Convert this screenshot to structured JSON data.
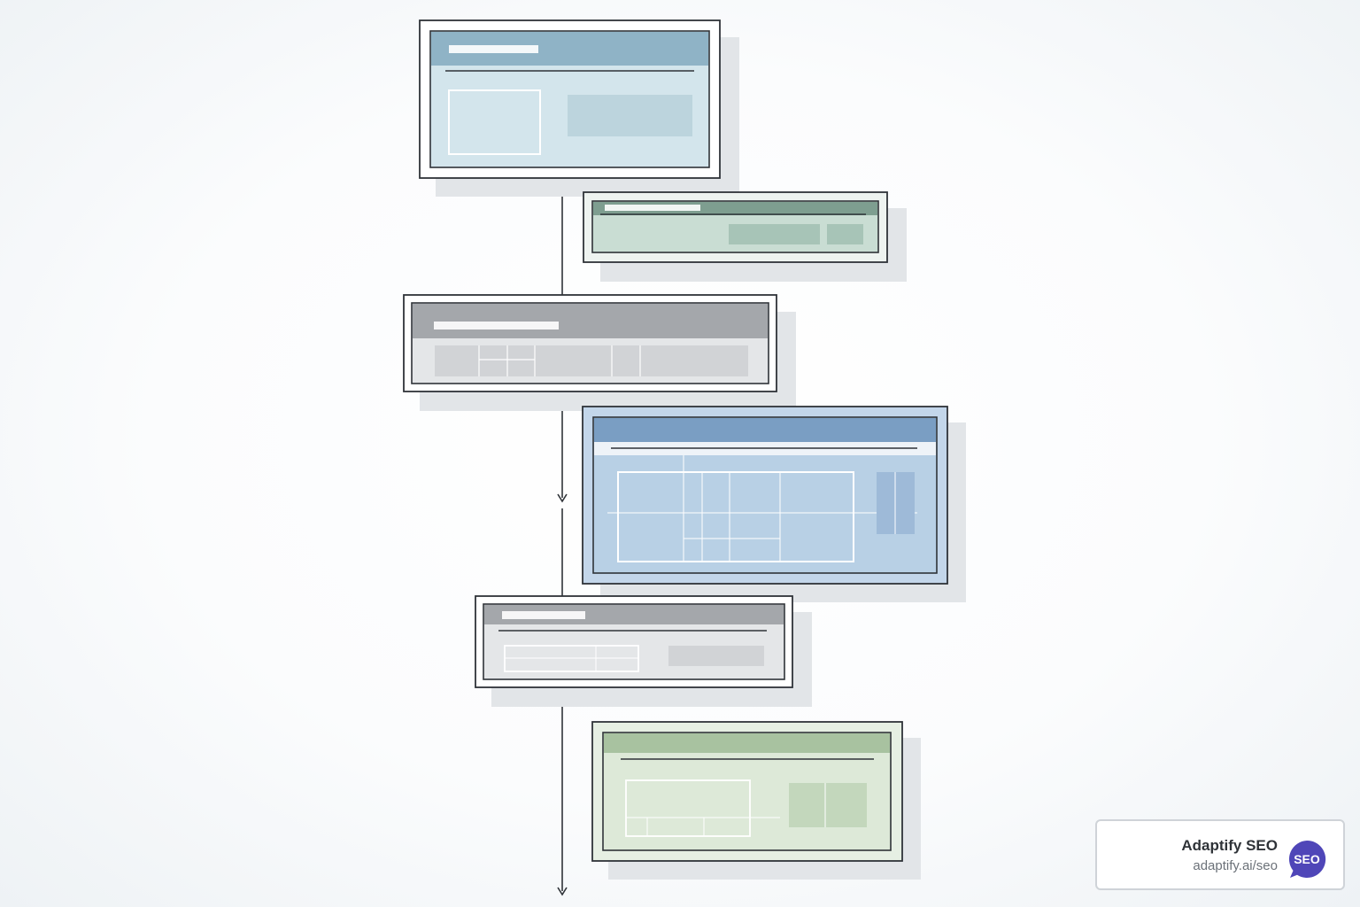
{
  "diagram": {
    "panels": [
      {
        "id": "panel-1",
        "tint": "blue",
        "header_color": "#8fb3c6",
        "body_color": "#d3e5ec"
      },
      {
        "id": "panel-2",
        "tint": "green",
        "header_color": "#7e9e90",
        "body_color": "#c9ddd3"
      },
      {
        "id": "panel-3",
        "tint": "gray",
        "header_color": "#a4a7ab",
        "body_color": "#e4e6e8"
      },
      {
        "id": "panel-4",
        "tint": "blue",
        "header_color": "#7a9ec3",
        "body_color": "#b8d0e5"
      },
      {
        "id": "panel-5",
        "tint": "gray",
        "header_color": "#a4a7ab",
        "body_color": "#e4e6e8"
      },
      {
        "id": "panel-6",
        "tint": "green",
        "header_color": "#a8c2a0",
        "body_color": "#dde9d8"
      }
    ],
    "connector_color": "#2f3338"
  },
  "badge": {
    "title": "Adaptify SEO",
    "url": "adaptify.ai/seo",
    "logo_text": "SEO",
    "logo_color": "#4f46b8"
  }
}
